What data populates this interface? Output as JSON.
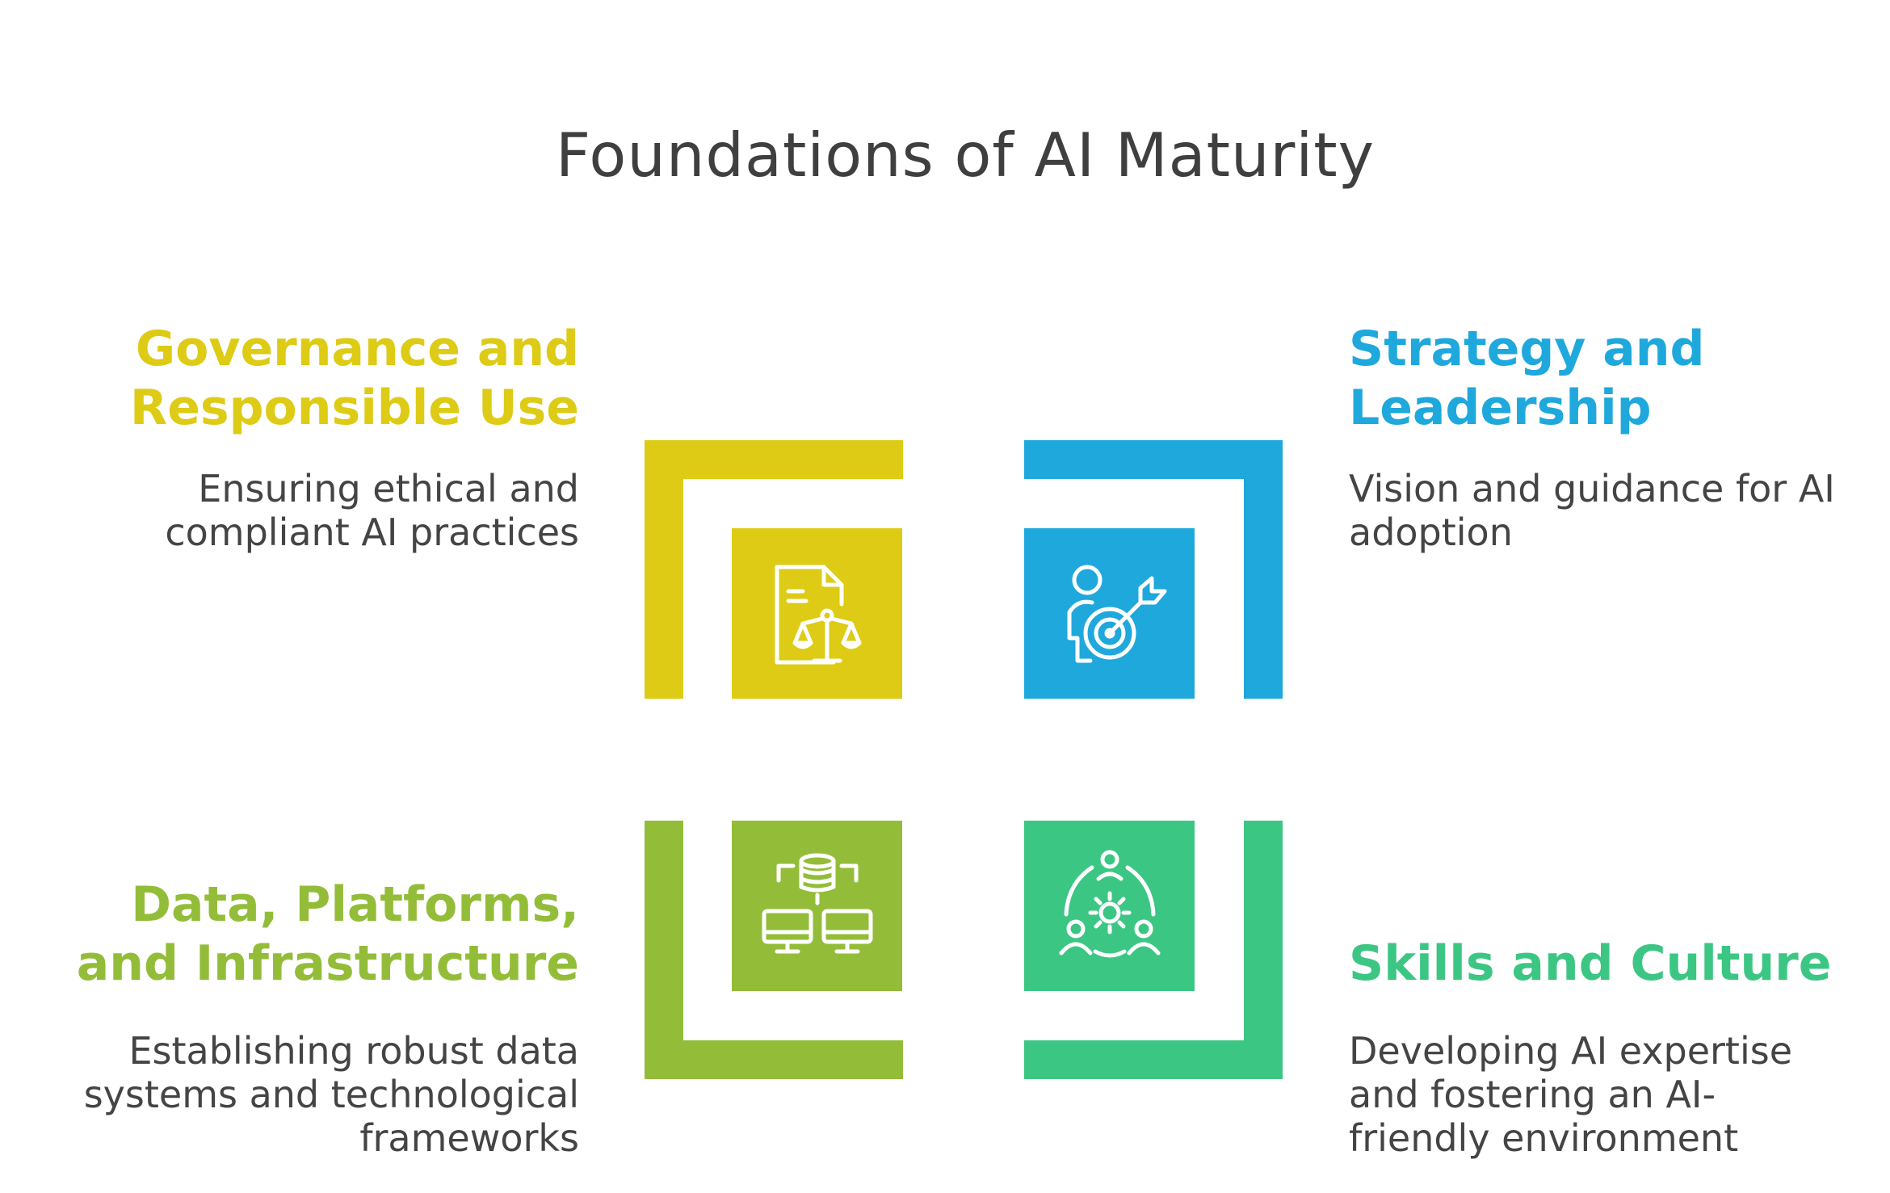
{
  "title": "Foundations of AI Maturity",
  "quadrants": {
    "governance": {
      "heading_line1": "Governance and",
      "heading_line2": "Responsible Use",
      "desc_line1": "Ensuring ethical and",
      "desc_line2": "compliant AI practices",
      "color": "#DDCB15",
      "icon": "document-scale-icon"
    },
    "strategy": {
      "heading_line1": "Strategy and",
      "heading_line2": "Leadership",
      "desc_line1": "Vision and guidance for AI",
      "desc_line2": "adoption",
      "color": "#1FA8DC",
      "icon": "person-target-icon"
    },
    "data": {
      "heading_line1": "Data, Platforms,",
      "heading_line2": "and Infrastructure",
      "desc_line1": "Establishing robust data",
      "desc_line2": "systems and technological",
      "desc_line3": "frameworks",
      "color": "#93BD39",
      "icon": "database-computers-icon"
    },
    "skills": {
      "heading_line1": "Skills and Culture",
      "desc_line1": "Developing AI expertise",
      "desc_line2": "and fostering an AI-",
      "desc_line3": "friendly environment",
      "color": "#3CC684",
      "icon": "team-gear-icon"
    }
  }
}
